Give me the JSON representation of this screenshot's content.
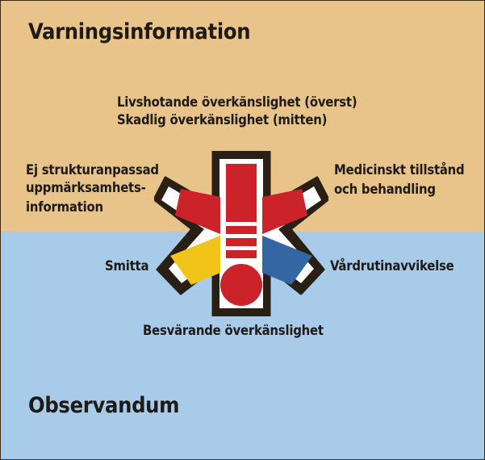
{
  "headings": {
    "top": "Varningsinformation",
    "bottom": "Observandum"
  },
  "labels": {
    "life_threatening": "Livshotande överkänslighet (överst)",
    "harmful": "Skadlig överkänslighet (mitten)",
    "unstructured_line1": "Ej strukturanpassad",
    "unstructured_line2": "uppmärksamhets-",
    "unstructured_line3": "information",
    "medical_line1": "Medicinskt tillstånd",
    "medical_line2": "och behandling",
    "infection": "Smitta",
    "care_deviation": "Vårdrutinavvikelse",
    "troublesome": "Besvärande överkänslighet"
  },
  "colors": {
    "top_band": "#e8c48b",
    "bottom_band": "#a8cbea",
    "outline": "#2a1f14",
    "red": "#cc2229",
    "yellow": "#f0c419",
    "blue": "#3466a4",
    "white": "#ffffff"
  },
  "icons": {
    "warning_symbol": "star-of-life-with-exclamation-icon"
  }
}
